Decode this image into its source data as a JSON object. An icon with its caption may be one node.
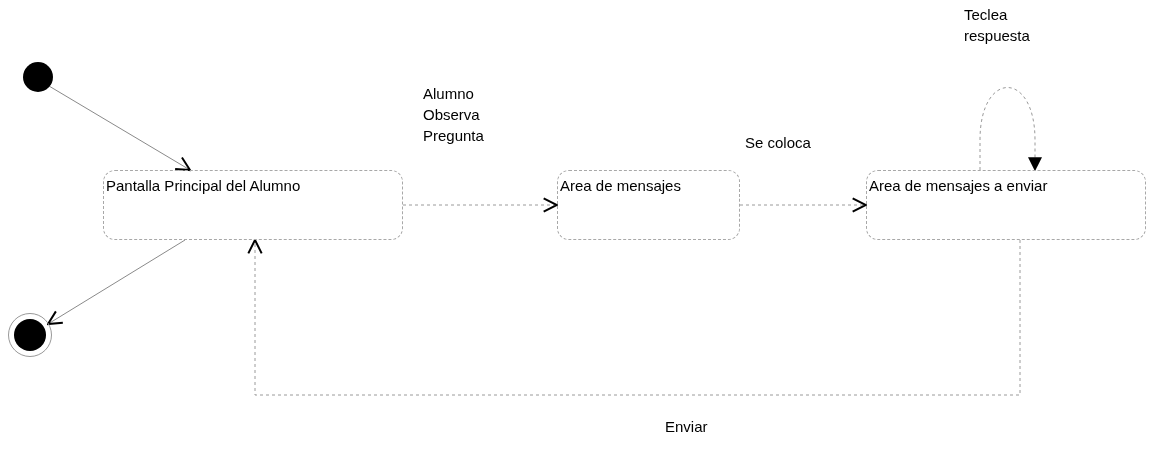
{
  "diagram": {
    "nodes": [
      {
        "text": [],
        "shape": "circle"
      },
      {
        "text": [
          "Pantalla Principal del Alumno"
        ]
      },
      {
        "text": [
          "Area de mensajes"
        ]
      },
      {
        "text": [
          "Area de mensajes a enviar"
        ]
      },
      {
        "text": [],
        "shape": "circle"
      }
    ],
    "edges": [
      {
        "from": 0,
        "to": 1,
        "arrow": "to"
      },
      {
        "from": 1,
        "to": 2,
        "arrow": "to",
        "label": "Alumno Observa Pregunta",
        "style": "dashed"
      },
      {
        "from": 2,
        "to": 3,
        "arrow": "to",
        "label": "Se coloca",
        "style": "dashed"
      },
      {
        "from": 3,
        "to": 3,
        "arrow": "to",
        "label": "Teclea respuesta",
        "style": "dashed"
      },
      {
        "from": 3,
        "to": 1,
        "arrow": "to",
        "label": "Enviar",
        "style": "dashed"
      },
      {
        "from": 1,
        "to": 4,
        "arrow": "to"
      }
    ]
  }
}
